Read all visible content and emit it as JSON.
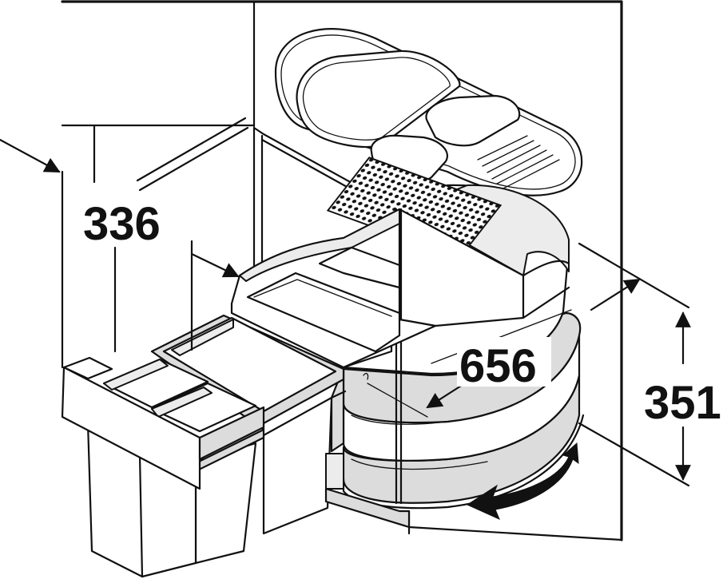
{
  "diagram": {
    "dimensions": {
      "depth_label": "336",
      "width_label": "656",
      "height_label": "351"
    },
    "colors": {
      "line": "#111111",
      "background": "#ffffff",
      "shade": "#dcdcdc"
    },
    "icons": {
      "rotation_arrow": "curved-double-arrow-icon"
    }
  }
}
